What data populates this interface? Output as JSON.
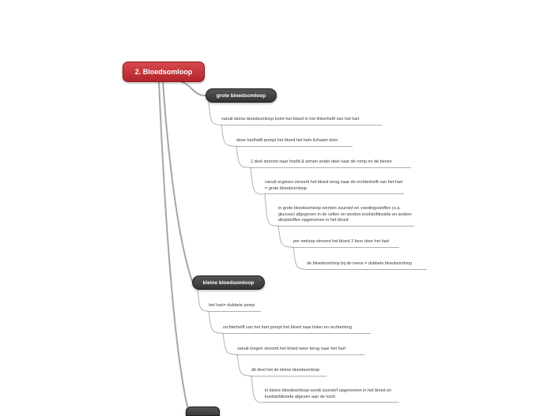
{
  "mindmap": {
    "root": {
      "label": "2. Bloedsomloop"
    },
    "branches": [
      {
        "label": "grote bloedsomloop",
        "children": [
          "vanuit kleine bloedsomloop komt het bloed in het linkerhelft van het hart",
          "deze harthelft pompt het bloed het hele lichaam door",
          "1 deel stroomt naar hoofd & armen ander deel naar de romp en de benen",
          "vanuit organen stroomt het bloed terug naar de rechterhelft van  het hart = grote bloedsomloop",
          "in grote bloedsomloop worden zuurstof  en voedingsstoffen (o.a. glucose) afgegeven in de cellen en worden koolstofdioxide en andere afvalstoffen opgenomen in het bloed",
          "per omloop stroomt het bloed 2 keer door het hart",
          "de bloedsomloop bij de mens = dubbele bloedsomloop"
        ]
      },
      {
        "label": "kleine bloedsomloop",
        "children": [
          "het hart= dubbele pomp",
          "rechterhelft van het hart pompt het bloed naar linker en rechterlong",
          "vanuit longen stroomt het bloed weer terug naar het hart",
          "dit deel het de kleine bloedsomloop",
          "in kleine bloedsomloop wordt zuurstof opgenomen in het bloed en koolstofdioxide afgeven aan de lucht"
        ]
      }
    ],
    "colors": {
      "root_node": "#b2252b",
      "branch_node": "#3d3d3d",
      "connector": "#b0b0b0"
    }
  }
}
